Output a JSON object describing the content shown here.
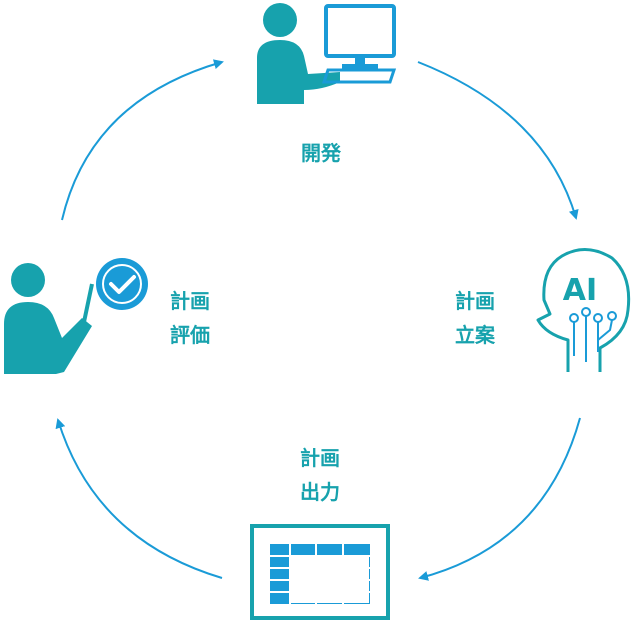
{
  "colors": {
    "teal": "#17a2ad",
    "blue": "#1a9bd7",
    "white": "#ffffff"
  },
  "nodes": {
    "develop": {
      "label": "開発",
      "icon": "developer-at-computer-icon"
    },
    "plan": {
      "label_line1": "計画",
      "label_line2": "立案",
      "icon": "ai-head-icon"
    },
    "output": {
      "label_line1": "計画",
      "label_line2": "出力",
      "icon": "spreadsheet-table-icon"
    },
    "evaluate": {
      "label_line1": "計画",
      "label_line2": "評価",
      "icon": "presenter-check-icon"
    }
  }
}
